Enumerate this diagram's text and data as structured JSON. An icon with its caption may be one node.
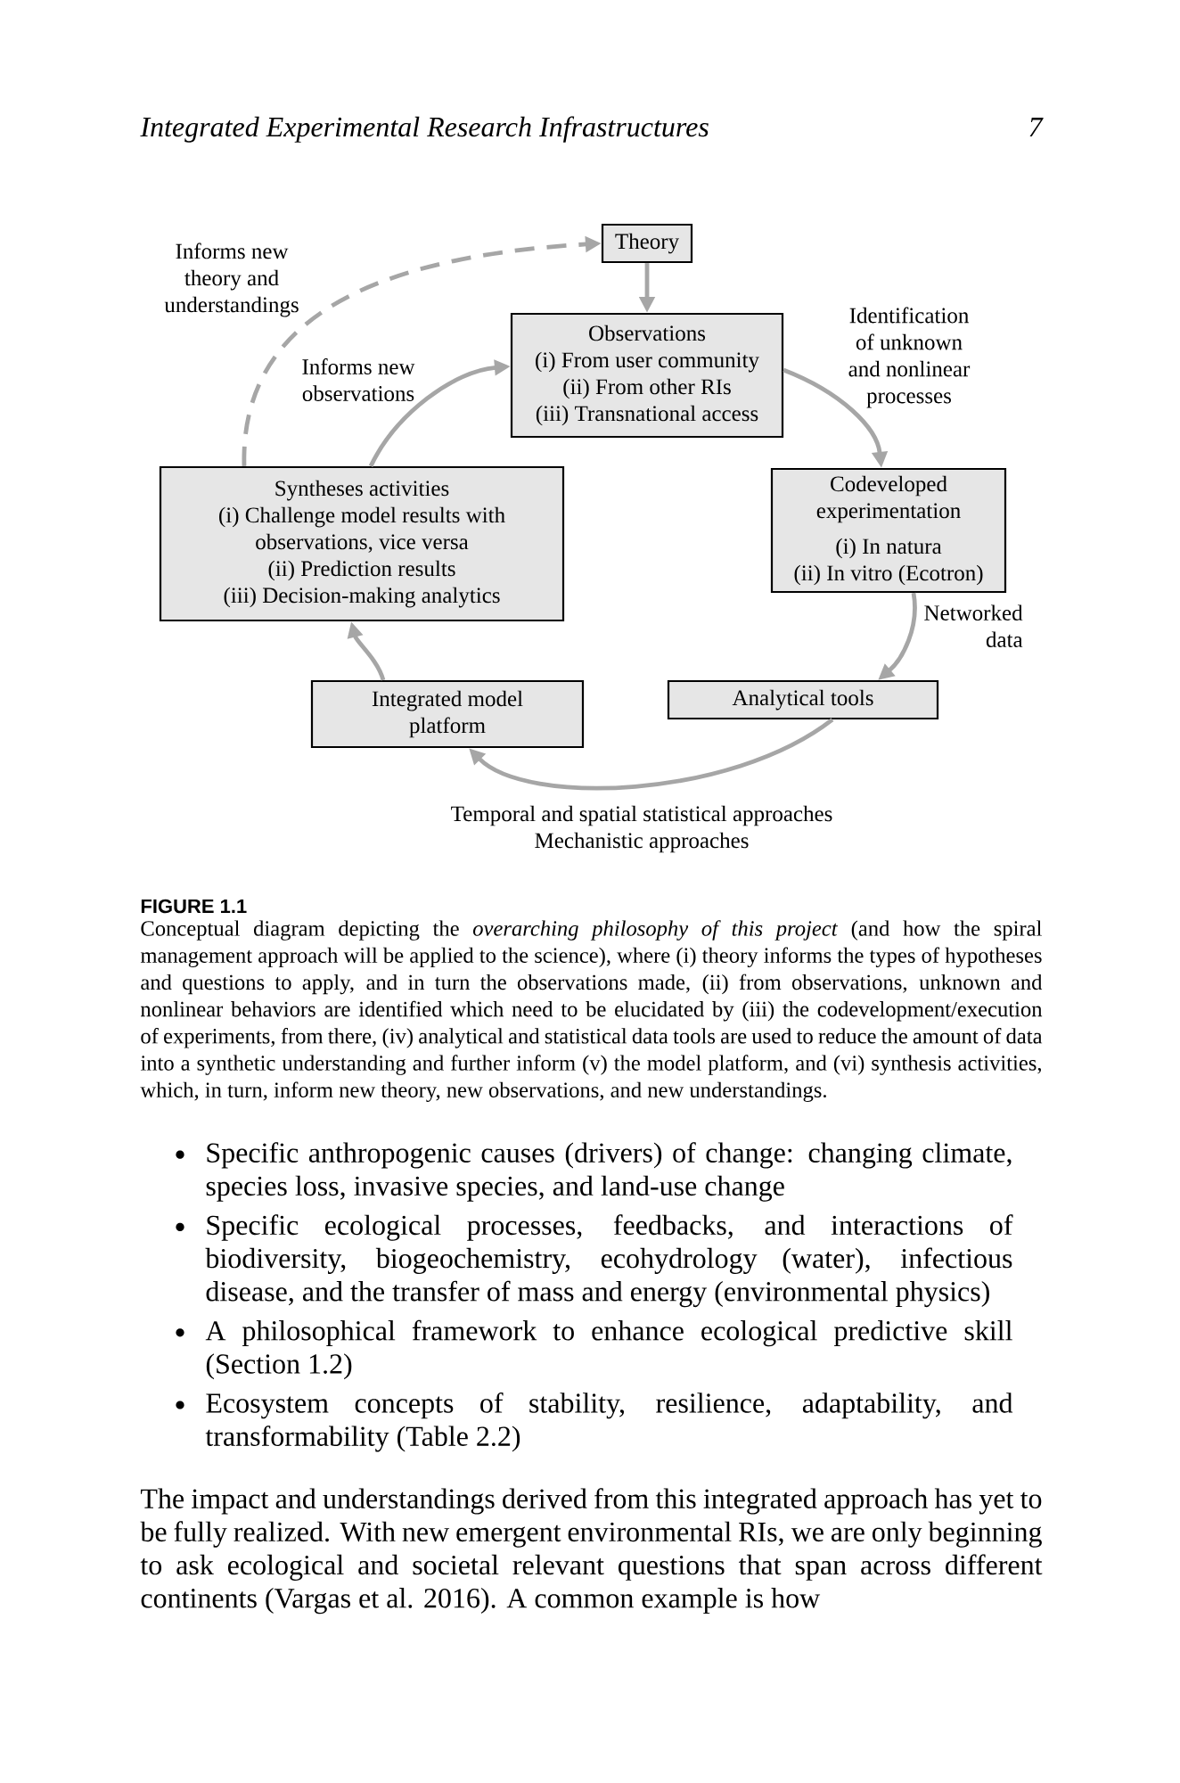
{
  "diagram": {
    "caption": "Conceptual diagram depicting the *overarching philosophy of this project* (and how the spiral management approach will be applied to the science), where (i) theory informs the types of hypotheses and questions to apply, and in turn the observations made, (ii) from observations, unknown and nonlinear behaviors are identified which need to be elucidated by (iii) the codevelopment/execution of experiments, from there, (iv) analytical and statistical data tools are used to reduce the amount of data into a synthetic understanding and further inform (v) the model platform, and (vi) synthesis activities, which, in turn, inform new theory, new observations, and new understandings.",
    "nodes": [
      {
        "text": [
          "Theory"
        ]
      },
      {
        "text": [
          "Observations",
          "(i) From user community",
          "(ii) From other RIs",
          "(iii) Transnational access"
        ]
      },
      {
        "text": [
          "Syntheses activities",
          "(i) Challenge model results with observations, vice versa",
          "(ii) Prediction results",
          "(iii) Decision-making analytics"
        ]
      },
      {
        "text": [
          "Codeveloped experimentation",
          "(i) In natura",
          "(ii) In vitro (Ecotron)"
        ]
      },
      {
        "text": [
          "Integrated model platform"
        ]
      },
      {
        "text": [
          "Analytical tools"
        ]
      }
    ],
    "edges": [
      {
        "from": 0,
        "to": 1,
        "arrow": "to"
      },
      {
        "from": 1,
        "to": 3,
        "arrow": "to",
        "label": "Identification of unknown and nonlinear processes"
      },
      {
        "from": 3,
        "to": 5,
        "arrow": "to",
        "label": "Networked data"
      },
      {
        "from": 5,
        "to": 4,
        "arrow": "to",
        "label": "Temporal and spatial statistical approaches Mechanistic approaches"
      },
      {
        "from": 4,
        "to": 2,
        "arrow": "to"
      },
      {
        "from": 2,
        "to": 1,
        "arrow": "to",
        "label": "Informs new observations"
      },
      {
        "from": 2,
        "to": 0,
        "arrow": "to",
        "label": "Informs new theory and understandings",
        "style": "dashed"
      }
    ],
    "labels": [
      "Integrated Experimental Research Infrastructures",
      "7",
      "FIGURE 1.1",
      "Specific anthropogenic causes (drivers) of change: changing climate, species loss, invasive species, and land-use change",
      "Specific ecological processes, feedbacks, and interactions of biodiversity, biogeochemistry, ecohydrology (water), infectious disease, and the transfer of mass and energy (environmental physics)",
      "A philosophical framework to enhance ecological predictive skill (Section 1.2)",
      "Ecosystem concepts of stability, resilience, adaptability, and transformability (Table 2.2)",
      "The impact and understandings derived from this integrated approach has yet to be fully realized. With new emergent environmental RIs, we are only beginning to ask ecological and societal relevant questions that span across different continents (Vargas et al. 2016). A common example is how"
    ]
  }
}
